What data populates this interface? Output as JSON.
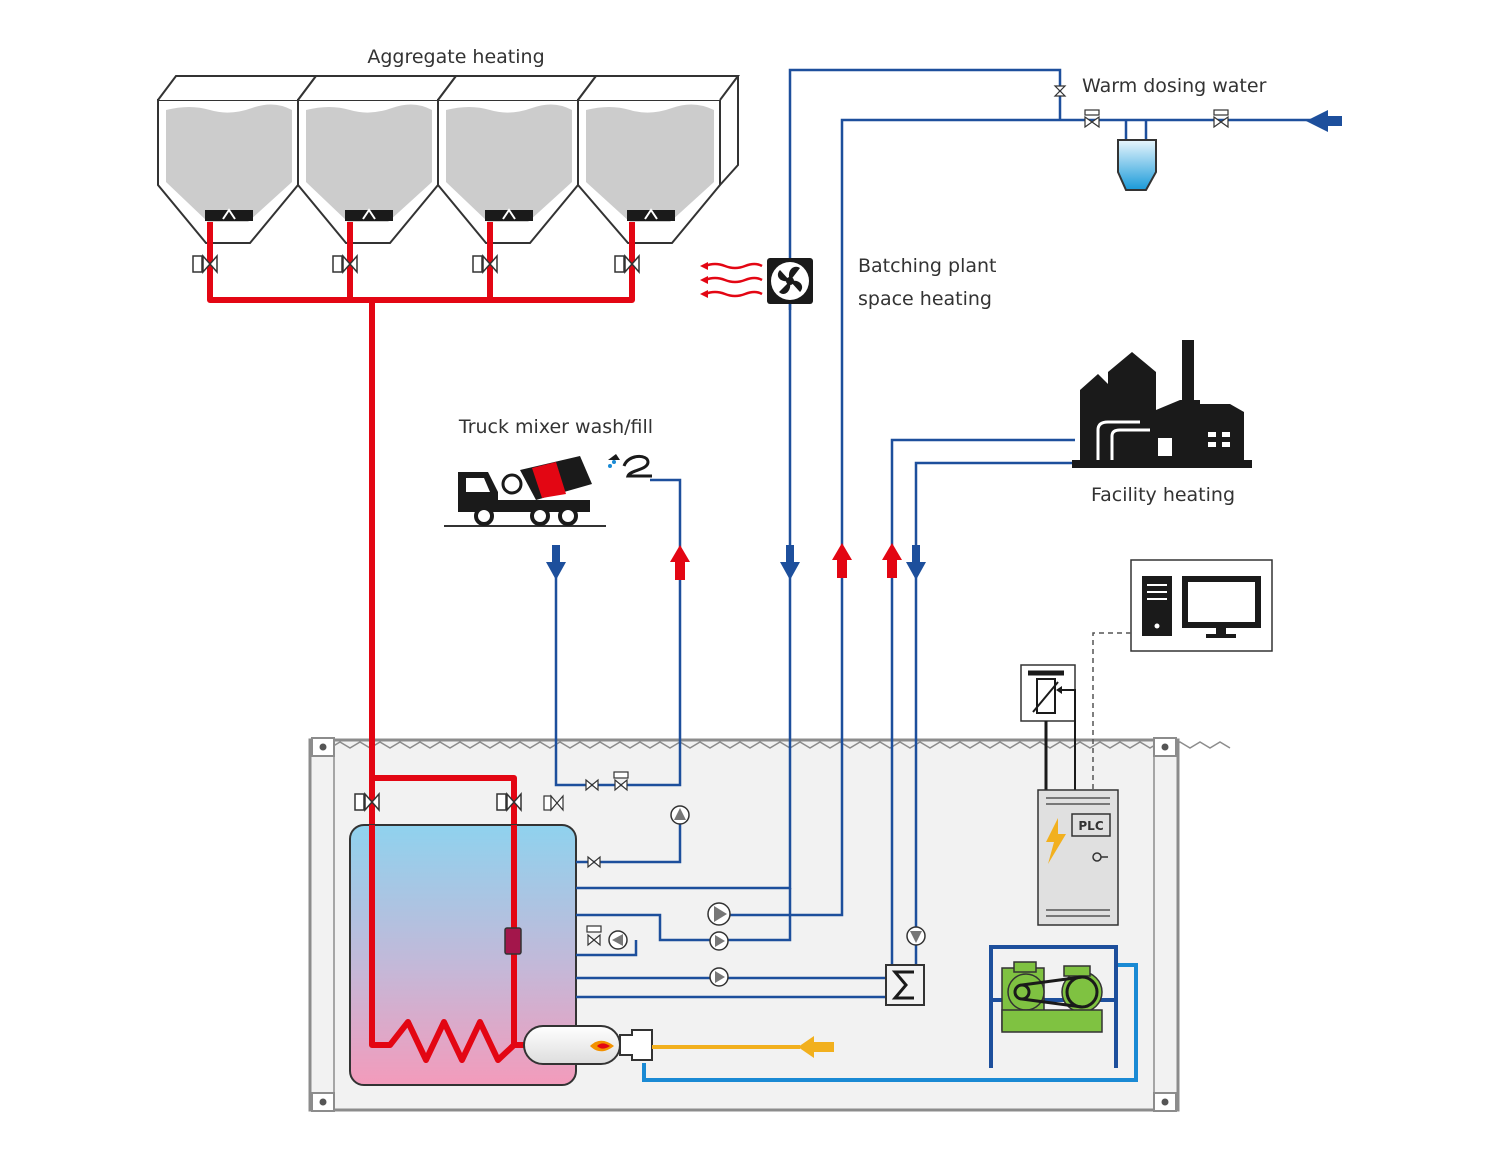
{
  "labels": {
    "aggregate_heating": "Aggregate heating",
    "warm_dosing_water": "Warm dosing water",
    "batching_plant_line1": "Batching plant",
    "batching_plant_line2": "space heating",
    "truck_mixer": "Truck mixer wash/fill",
    "facility_heating": "Facility heating",
    "plc": "PLC"
  },
  "colors": {
    "hot_pipe": "#e30613",
    "cold_pipe": "#1d4f9c",
    "light_pipe": "#1a8ad4",
    "fuel_pipe": "#f2b01e",
    "container_fill": "#f2f2f2",
    "container_stroke": "#8c8c8c",
    "pump_green": "#7fc241",
    "dark": "#1a1a1a"
  },
  "icons": {
    "fan": "fan-icon",
    "factory": "factory-icon",
    "truck": "truck-mixer-icon",
    "computer": "computer-icon",
    "burner": "burner-flame-icon",
    "heat_exchanger": "heat-exchanger-icon",
    "plc_cabinet": "plc-cabinet-icon"
  }
}
